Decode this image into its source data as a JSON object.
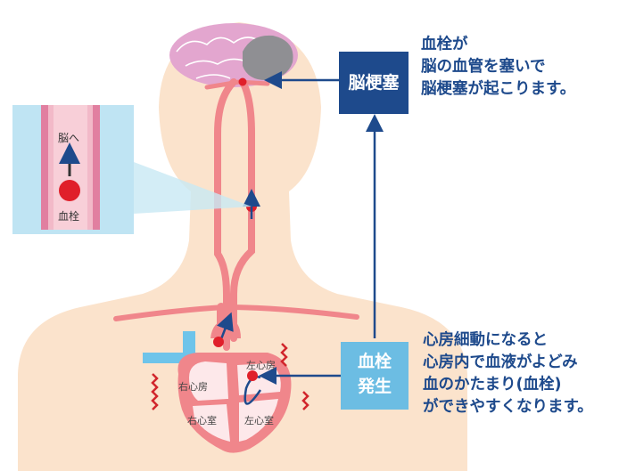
{
  "labels": {
    "stroke_box": "脳梗塞",
    "clot_box_line1": "血栓",
    "clot_box_line2": "発生",
    "inset_top": "脳へ",
    "inset_bottom": "血栓",
    "right_atrium": "右心房",
    "right_ventricle": "右心室",
    "left_atrium": "左心房",
    "left_ventricle": "左心室"
  },
  "captions": {
    "top": [
      "血栓が",
      "脳の血管を塞いで",
      "脳梗塞が起こります。"
    ],
    "bottom": [
      "心房細動になると",
      "心房内で血液がよどみ",
      "血のかたまり(血栓)",
      "ができやすくなります。"
    ]
  },
  "colors": {
    "skin": "#fbe3cc",
    "artery": "#f0868b",
    "brain": "#e3a6cf",
    "infarct": "#8f8f93",
    "navy": "#1e4a8c",
    "clot_box": "#6cbde3",
    "vein": "#6ec4ea",
    "clot": "#e01f2a"
  }
}
